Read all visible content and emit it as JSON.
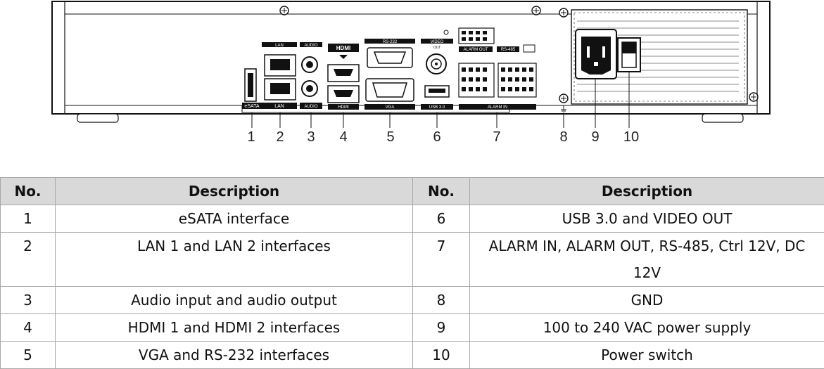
{
  "panel": {
    "port_labels": {
      "lan_top": "LAN",
      "lan_bottom": "LAN",
      "esata": "eSATA",
      "audio_top": "AUDIO",
      "audio_bottom": "AUDIO",
      "hdmi_logo": "HDMI",
      "hdmi_bottom": "HDMI",
      "rs232": "RS-232",
      "vga": "VGA",
      "video_top": "VIDEO",
      "video_sub": "OUT",
      "usb": "USB 3.0",
      "alarm_out": "ALARM OUT",
      "rs485": "RS-485",
      "alarm_in": "ALARM IN"
    },
    "callouts": [
      "1",
      "2",
      "3",
      "4",
      "5",
      "6",
      "7",
      "8",
      "9",
      "10"
    ]
  },
  "table": {
    "headers": [
      "No.",
      "Description",
      "No.",
      "Description"
    ],
    "rows": [
      {
        "no_left": "1",
        "desc_left": "eSATA interface",
        "no_right": "6",
        "desc_right": "USB 3.0 and VIDEO OUT"
      },
      {
        "no_left": "2",
        "desc_left": "LAN 1 and LAN 2 interfaces",
        "no_right": "7",
        "desc_right": "ALARM IN, ALARM OUT, RS-485, Ctrl 12V, DC 12V"
      },
      {
        "no_left": "3",
        "desc_left": "Audio input and audio output",
        "no_right": "8",
        "desc_right": "GND"
      },
      {
        "no_left": "4",
        "desc_left": "HDMI 1 and HDMI 2 interfaces",
        "no_right": "9",
        "desc_right": "100 to 240 VAC power supply"
      },
      {
        "no_left": "5",
        "desc_left": "VGA and RS-232 interfaces",
        "no_right": "10",
        "desc_right": "Power switch"
      }
    ]
  }
}
